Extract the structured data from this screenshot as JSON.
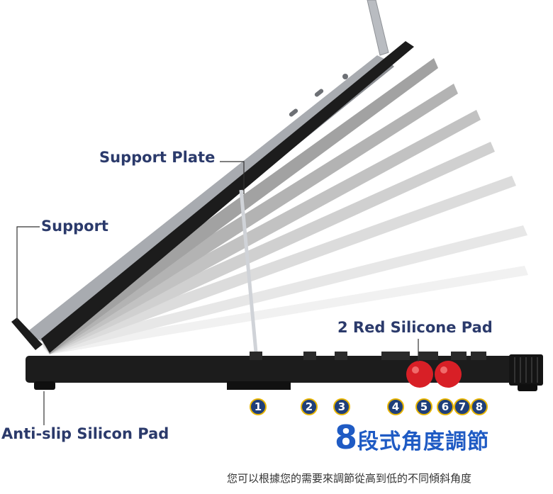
{
  "callouts": {
    "support_plate": "Support Plate",
    "support": "Support",
    "red_pad": "2 Red Silicone Pad",
    "anti_slip": "Anti-slip Silicon Pad"
  },
  "positions": [
    "1",
    "2",
    "3",
    "4",
    "5",
    "6",
    "7",
    "8"
  ],
  "headline": {
    "number": "8",
    "text": "段式角度調節"
  },
  "subtitle": "您可以根據您的需要來調節從高到低的不同傾斜角度",
  "colors": {
    "label": "#2b3a6b",
    "headline": "#1f5bc4",
    "badge_fill": "#1f3f7a",
    "badge_ring": "#e8b400",
    "red_pad": "#d81f26",
    "base": "#1c1c1c"
  }
}
